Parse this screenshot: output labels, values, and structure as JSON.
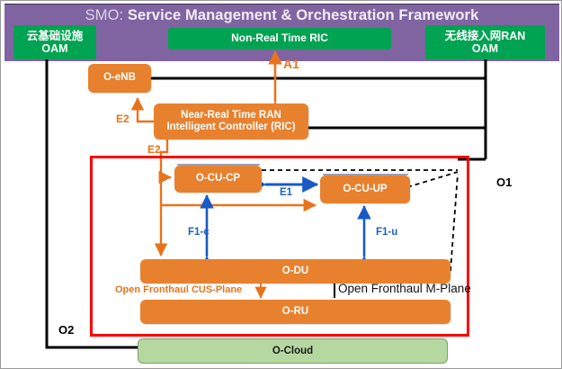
{
  "header": {
    "prefix": "SMO:",
    "title": " Service Management & Orchestration Framework",
    "band_color": "#8064A2"
  },
  "boxes": {
    "cloud_oam": {
      "label": "云基础设施\nOAM",
      "line1": "云基础设施",
      "line2": "OAM",
      "color": "#00A352"
    },
    "ran_oam": {
      "label": "无线接入网RAN\nOAM",
      "line1": "无线接入网RAN",
      "line2": "OAM",
      "color": "#00A352"
    },
    "non_rt_ric": {
      "label": "Non-Real Time RIC",
      "color": "#00A352"
    },
    "o_enb": {
      "label": "O-eNB",
      "color": "#E8812E"
    },
    "near_rt_ric": {
      "line1": "Near-Real Time RAN",
      "line2": "Intelligent Controller (RIC)",
      "color": "#E8812E"
    },
    "o_cu_cp": {
      "label": "O-CU-CP",
      "color": "#E8812E"
    },
    "o_cu_up": {
      "label": "O-CU-UP",
      "color": "#E8812E"
    },
    "o_du": {
      "label": "O-DU",
      "color": "#E8812E"
    },
    "o_ru": {
      "label": "O-RU",
      "color": "#E8812E"
    },
    "o_cloud": {
      "label": "O-Cloud",
      "color": "#B5D8A0"
    }
  },
  "interfaces": {
    "a1": "A1",
    "e2_enb": "E2",
    "e2_ran": "E2",
    "e1": "E1",
    "f1c": "F1-c",
    "f1u": "F1-u",
    "open_fronthaul_cus": "Open Fronthaul CUS-Plane",
    "open_fronthaul_m": "Open Fronthaul M-Plane",
    "o1": "O1",
    "o2": "O2"
  },
  "colors": {
    "purple": "#8064A2",
    "green": "#00A352",
    "orange": "#E8812E",
    "orange_line": "#E8731C",
    "blue": "#1F62B9",
    "red_boundary": "#FF0000",
    "light_green": "#B5D8A0",
    "black": "#000000"
  }
}
